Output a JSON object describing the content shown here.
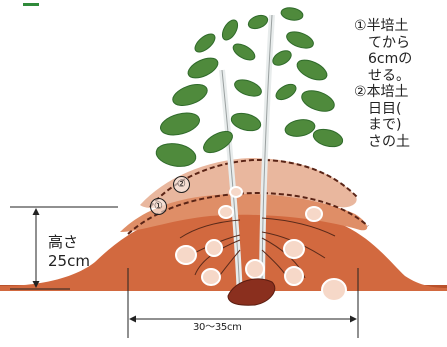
{
  "note": {
    "item1": {
      "marker": "①",
      "lines": [
        "半培土",
        "てから",
        "6cmの",
        "せる。"
      ]
    },
    "item2": {
      "marker": "②",
      "lines": [
        "本培土",
        "日目(",
        "まで)",
        "さの土"
      ]
    }
  },
  "height_dimension": {
    "label": "高さ",
    "value": "25cm"
  },
  "width_dimension": {
    "label": "30〜35cm"
  },
  "diagram_markers": [
    "①",
    "②"
  ],
  "colors": {
    "soil": "#d2693f",
    "soil_dark": "#b9512b",
    "ridge_upper": "#e9b79e",
    "leaf": "#4f8a3c",
    "leaf_dark": "#2f6a2a",
    "stem": "#e8ecec",
    "tuber": "#8a2f1e"
  }
}
